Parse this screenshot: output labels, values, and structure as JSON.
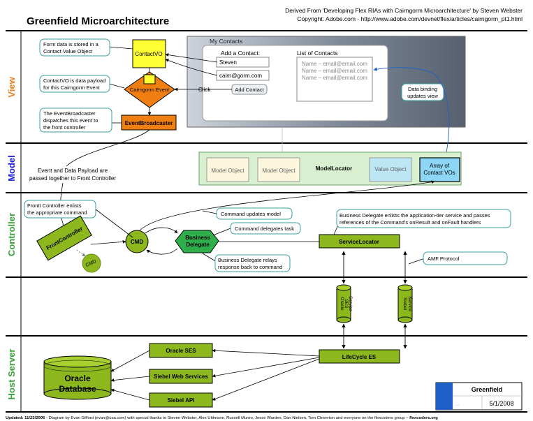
{
  "title": "Greenfield Microarchitecture",
  "credit_line1": "Derived From 'Developing Flex RIAs with Cairngorm Microarchitecture' by Steven Webster",
  "credit_line2": "Copyright: Adobe.com - http://www.adobe.com/devnet/flex/articles/cairngorm_pt1.html",
  "lanes": {
    "view": "View",
    "model": "Model",
    "controller": "Controller",
    "host_server": "Host Server"
  },
  "lane_colors": {
    "view": "#e87f1c",
    "model": "#1c1ce0",
    "controller": "#3aa03a",
    "host_server": "#3aa03a"
  },
  "callouts": {
    "form_data": [
      "Form data is stored in a",
      "Contact Value Object"
    ],
    "payload": [
      "ContactVO is data payload",
      "for this Cairngorm Event"
    ],
    "broadcaster": [
      "The EventBroadcaster",
      "dispatches this event to",
      "the front controller"
    ],
    "event_payload": [
      "Event and Data Payload are",
      "passed together to Front Controller"
    ],
    "front_enlists": [
      "Frontt Controller enlists",
      "the appropriate command"
    ],
    "command_updates": "Command updates model",
    "command_delegates": "Command delegates task",
    "delegate_relays": [
      "Business Delegate relays",
      "response back to command"
    ],
    "delegate_enlists": [
      "Business Delegate enlists the application-tier service and passes",
      "references of the Command's onResult and onFault handlers"
    ],
    "amf": "AMF Protocol",
    "data_binding": [
      "Data binding",
      "updates view"
    ]
  },
  "view": {
    "contact_vo": "ContactVO",
    "event": "Cairngorm Event",
    "broadcaster": "EventBroadcaster",
    "click": "Click",
    "ui": {
      "panel_title": "My Contacts",
      "add_label": "Add a Contact:",
      "name_value": "Steven",
      "email_value": "cairn@gorm.com",
      "add_button": "Add Contact",
      "list_label": "List of Contacts",
      "list_items": [
        "Name – email@email.com",
        "Name – email@email.com",
        "Name – email@email.com"
      ]
    }
  },
  "model": {
    "model_object_1": "Model Object",
    "model_object_2": "Model Object",
    "locator": "ModelLocator",
    "value_object": "Value Object",
    "array": [
      "Array of",
      "Contact VOs"
    ]
  },
  "controller": {
    "front_controller": "FrontController",
    "cmd": "CMD",
    "cmd_small": "CMD",
    "delegate": [
      "Business",
      "Delegate"
    ],
    "service_locator": "ServiceLocator"
  },
  "services": {
    "oracle": [
      "Oracle",
      "SES",
      "Service"
    ],
    "siebel": [
      "Siebel",
      "Service"
    ]
  },
  "host": {
    "oracle_ses": "Oracle SES",
    "siebel_web": "Siebel Web Services",
    "siebel_api": "Siebel API",
    "lifecycle": "LifeCycle ES",
    "database": [
      "Oracle",
      "Database"
    ]
  },
  "stamp": {
    "name": "Greenfield",
    "placeholder": "...",
    "date": "5/1/2008"
  },
  "footer": {
    "prefix": "Updated: 11/23/2006",
    "body": " - Diagram by Evan Gifford (evan@usa.com) with special thanks to Steven Webster, Alex Uhlmann, Russell Munro, Jesse Warden, Dan Nielsen, Tom Chiverton and everyone on the flexcoders group – ",
    "site": "flexcoders.org"
  }
}
